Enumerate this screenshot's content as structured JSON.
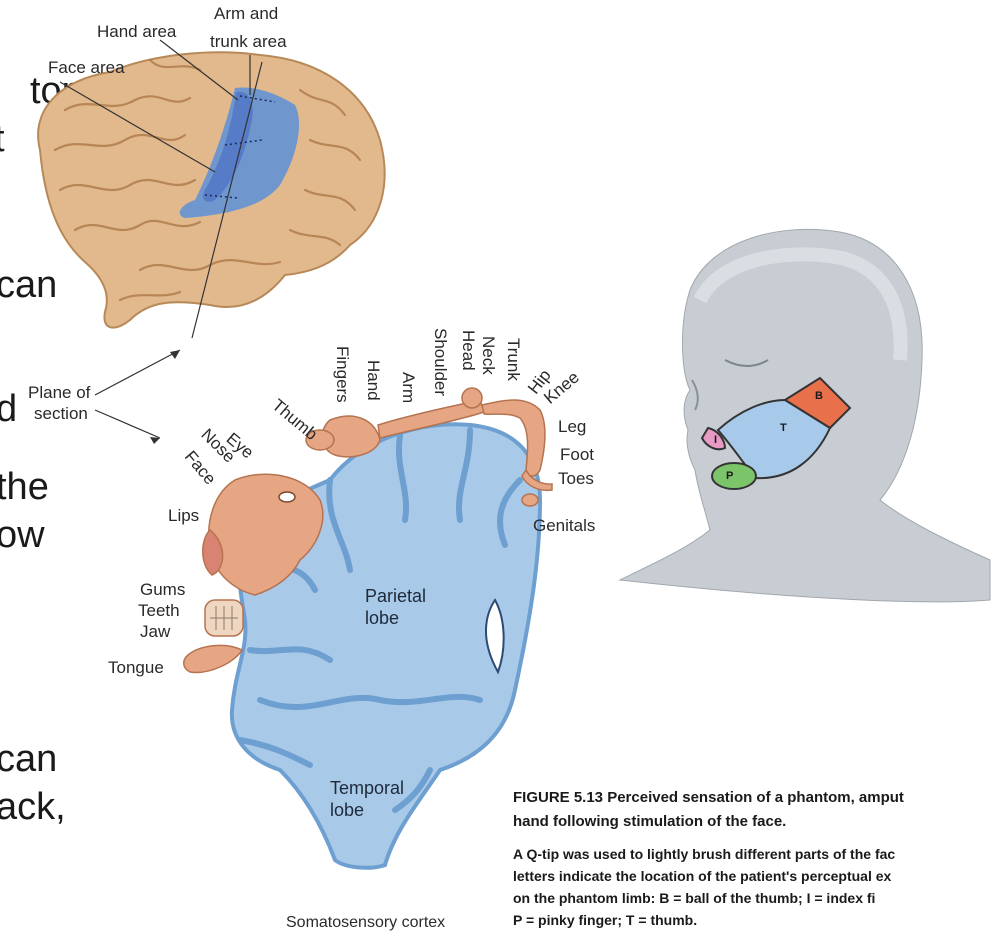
{
  "background_text": [
    "top",
    "t",
    "can",
    "d",
    "the",
    "ow",
    "can",
    "ack,"
  ],
  "brain_labels": {
    "hand_area": "Hand area",
    "arm_trunk_area_1": "Arm and",
    "arm_trunk_area_2": "trunk area",
    "face_area": "Face area",
    "plane_1": "Plane of",
    "plane_2": "section"
  },
  "homunculus_labels": {
    "fingers": "Fingers",
    "hand": "Hand",
    "arm": "Arm",
    "shoulder": "Shoulder",
    "head": "Head",
    "neck": "Neck",
    "trunk": "Trunk",
    "hip": "Hip",
    "knee": "Knee",
    "leg": "Leg",
    "foot": "Foot",
    "toes": "Toes",
    "genitals": "Genitals",
    "thumb": "Thumb",
    "eye": "Eye",
    "nose": "Nose",
    "face": "Face",
    "lips": "Lips",
    "gums": "Gums",
    "teeth": "Teeth",
    "jaw": "Jaw",
    "tongue": "Tongue"
  },
  "lobes": {
    "parietal_1": "Parietal",
    "parietal_2": "lobe",
    "temporal_1": "Temporal",
    "temporal_2": "lobe"
  },
  "caption_bottom": "Somatosensory cortex",
  "face_map_labels": {
    "b": "B",
    "t": "T",
    "i": "I",
    "p": "P"
  },
  "figure": {
    "title_1": "FIGURE 5.13 Perceived sensation of a phantom, amput",
    "title_2": "hand following stimulation of the face.",
    "body_1": "A Q-tip was used to lightly brush different parts of the fac",
    "body_2": "letters indicate the location of the patient's perceptual ex",
    "body_3": "on the phantom limb: B = ball of the thumb; I = index fi",
    "body_4": "P = pinky finger; T = thumb."
  },
  "colors": {
    "brain": "#e2b98c",
    "cortex_blue": "#5a8fd8",
    "cortex_fill": "#a9c9e8",
    "homunculus": "#e6a684",
    "region_b": "#e8704a",
    "region_t": "#a7c9ea",
    "region_i": "#e79ac4",
    "region_p": "#7cc46a"
  }
}
